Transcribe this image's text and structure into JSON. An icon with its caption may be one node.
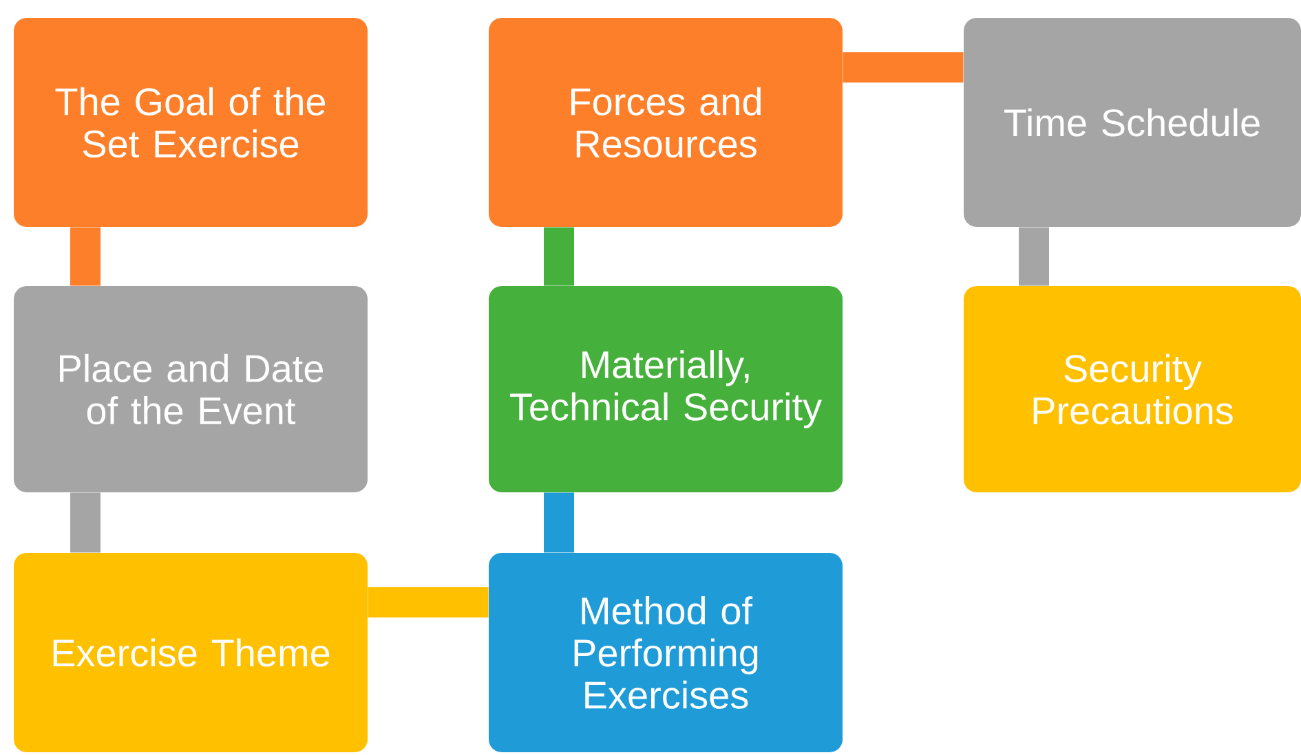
{
  "diagram": {
    "nodes": [
      {
        "text": [
          "The Goal of the Set Exercise"
        ]
      },
      {
        "text": [
          "Forces and Resources"
        ]
      },
      {
        "text": [
          "Time Schedule"
        ]
      },
      {
        "text": [
          "Place and Date of the Event"
        ]
      },
      {
        "text": [
          "Materially, Technical Security"
        ]
      },
      {
        "text": [
          "Security Precautions"
        ]
      },
      {
        "text": [
          "Exercise Theme"
        ]
      },
      {
        "text": [
          "Method of Performing Exercises"
        ]
      }
    ],
    "edges": [
      {
        "from": 0,
        "to": 3,
        "arrow": "none",
        "color": "#fe7f2a"
      },
      {
        "from": 3,
        "to": 6,
        "arrow": "none",
        "color": "#a5a5a5"
      },
      {
        "from": 6,
        "to": 7,
        "arrow": "none",
        "color": "#ffc000"
      },
      {
        "from": 7,
        "to": 4,
        "arrow": "none",
        "color": "#1f9cd8"
      },
      {
        "from": 4,
        "to": 1,
        "arrow": "none",
        "color": "#46b03c"
      },
      {
        "from": 1,
        "to": 2,
        "arrow": "none",
        "color": "#fe7f2a"
      },
      {
        "from": 2,
        "to": 5,
        "arrow": "none",
        "color": "#a5a5a5"
      }
    ]
  }
}
